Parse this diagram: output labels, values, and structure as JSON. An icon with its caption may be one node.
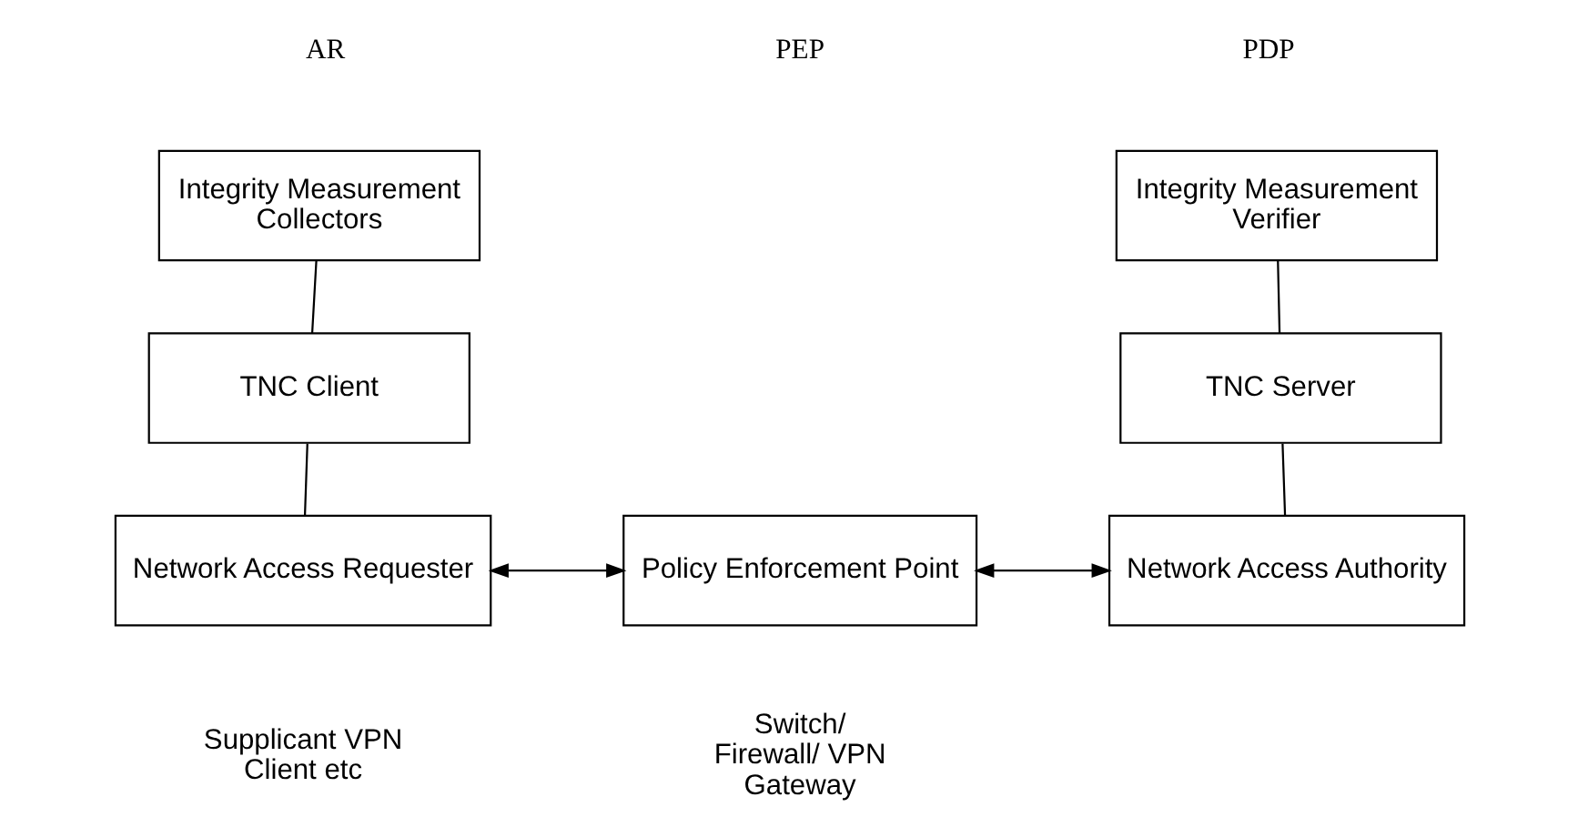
{
  "diagram": {
    "nodes": [
      {
        "text": [
          "Integrity Measurement Collectors"
        ]
      },
      {
        "text": [
          "TNC Client"
        ]
      },
      {
        "text": [
          "Network Access Requester"
        ],
        "beside": [
          "Supplicant VPN Client etc"
        ]
      },
      {
        "text": [
          "Policy Enforcement Point"
        ],
        "beside": [
          "Switch/ Firewall/ VPN Gateway"
        ]
      },
      {
        "text": [
          "Integrity Measurement Verifier"
        ]
      },
      {
        "text": [
          "TNC Server"
        ]
      },
      {
        "text": [
          "Network Access Authority"
        ]
      }
    ],
    "edges": [
      {
        "from": 0,
        "to": 1,
        "arrow": "none"
      },
      {
        "from": 1,
        "to": 2,
        "arrow": "none"
      },
      {
        "from": 2,
        "to": 3,
        "arrow": "both"
      },
      {
        "from": 3,
        "to": 6,
        "arrow": "both"
      },
      {
        "from": 4,
        "to": 5,
        "arrow": "none"
      },
      {
        "from": 5,
        "to": 6,
        "arrow": "none"
      }
    ],
    "labels": [
      "AR",
      "PEP",
      "PDP"
    ]
  }
}
